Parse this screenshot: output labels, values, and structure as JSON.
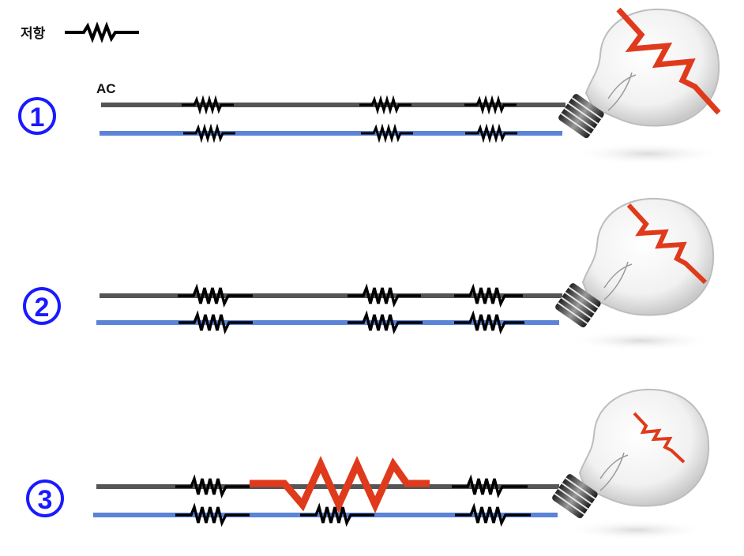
{
  "legend": {
    "label": "저항"
  },
  "ac_label": "AC",
  "circuits": [
    {
      "number": "1"
    },
    {
      "number": "2"
    },
    {
      "number": "3"
    }
  ],
  "colors": {
    "wire_top": "#555555",
    "wire_bottom": "#5b84d8",
    "resistor_small": "#000000",
    "resistor_highlight": "#e03a1c",
    "number_ring": "#1a1aff"
  },
  "icons": [
    "resistor-icon",
    "light-bulb-icon",
    "circled-number-icon"
  ]
}
